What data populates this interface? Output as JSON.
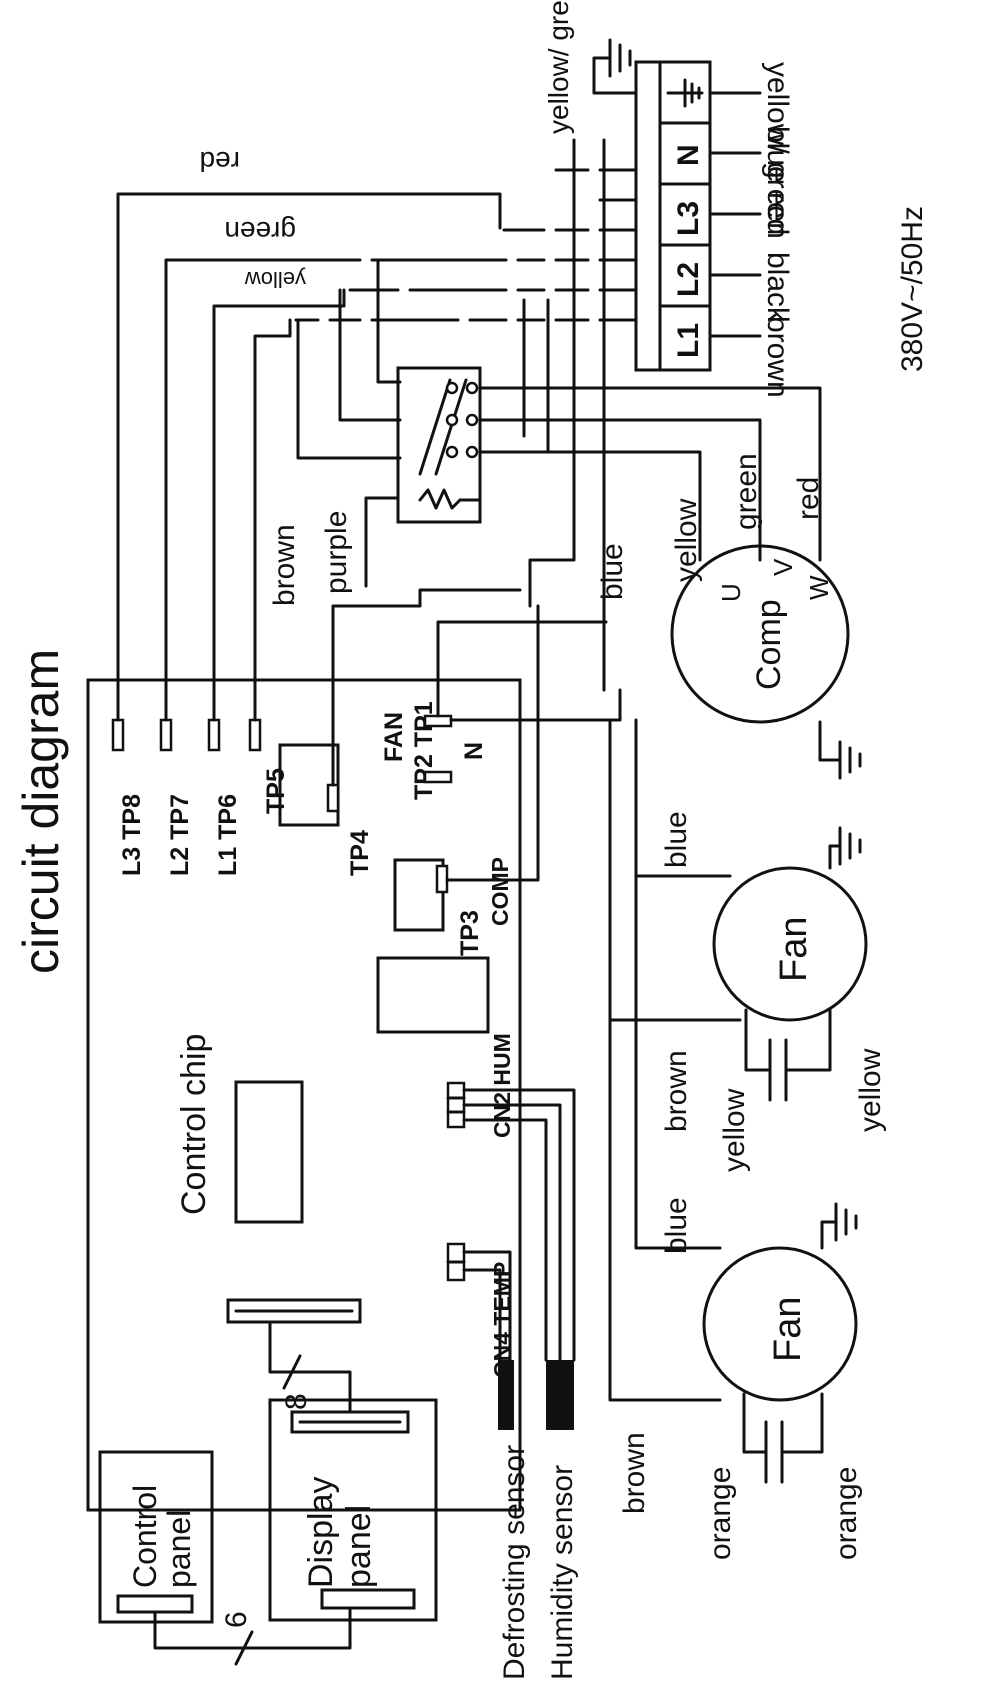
{
  "title": "circuit diagram",
  "board": {
    "name": "Control chip",
    "terminals": [
      "L3 TP8",
      "L2 TP7",
      "L1 TP6",
      "TP5",
      "TP4",
      "FAN",
      "TP2 TP1",
      "N",
      "TP3",
      "COMP",
      "CN4 TEMP",
      "CN2 HUM"
    ]
  },
  "power": {
    "supply": "380V~/50Hz",
    "terminal_labels": [
      "L1",
      "L2",
      "L3",
      "N"
    ],
    "inputs": [
      "brown",
      "black",
      "red",
      "blue",
      "yellow/ green"
    ],
    "ground_wire": "yellow/ green"
  },
  "compressor": {
    "label": "Comp",
    "terminals": [
      "U",
      "V",
      "W"
    ],
    "wires": [
      "yellow",
      "green",
      "red"
    ]
  },
  "fan1": {
    "label": "Fan",
    "wires": [
      "blue",
      "brown",
      "yellow",
      "yellow"
    ]
  },
  "fan2": {
    "label": "Fan",
    "wires": [
      "blue",
      "brown",
      "orange",
      "orange"
    ]
  },
  "wire_labels": {
    "red": "red",
    "green": "green",
    "yellow": "yellow",
    "brown": "brown",
    "purple": "purple",
    "blue": "blue"
  },
  "sensors": [
    "Defrosting sensor",
    "Humidity sensor"
  ],
  "panels": [
    {
      "line1": "Control",
      "line2": "panel"
    },
    {
      "line1": "Display",
      "line2": "panel"
    }
  ],
  "cable_counts": [
    "8",
    "6"
  ]
}
